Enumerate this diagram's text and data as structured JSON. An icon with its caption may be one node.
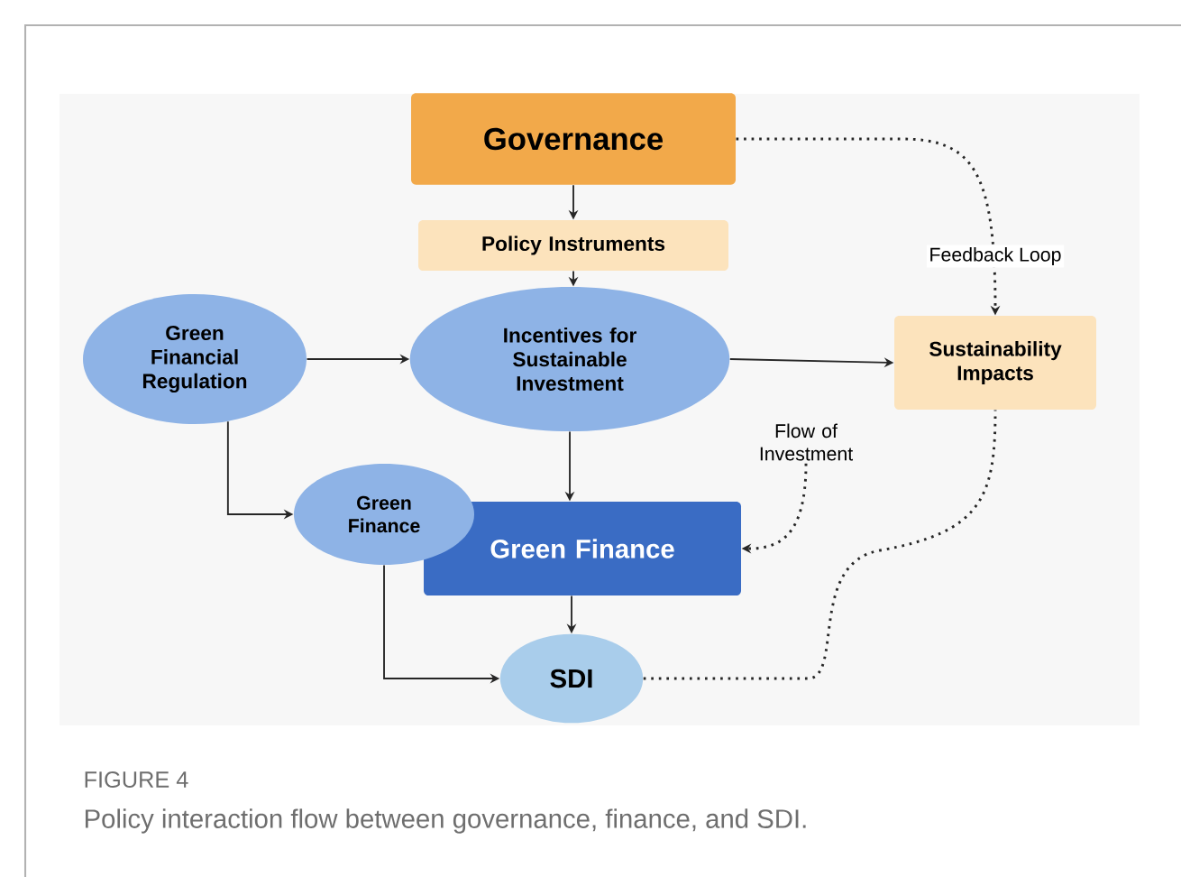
{
  "diagram": {
    "caption": "Policy interaction flow between governance, finance, and SDI.",
    "nodes": [
      {
        "text": [
          "Governance"
        ]
      },
      {
        "text": [
          "Policy Instruments"
        ]
      },
      {
        "text": [
          "Green Financial Regulation"
        ]
      },
      {
        "text": [
          "Incentives for Sustainable Investment"
        ]
      },
      {
        "text": [
          "Sustainability Impacts"
        ]
      },
      {
        "text": [
          "Green Finance"
        ]
      },
      {
        "text": [
          "Green Finance"
        ]
      },
      {
        "text": [
          "SDI"
        ]
      },
      {
        "text": [
          "Flow of Investment"
        ]
      }
    ],
    "edges": [
      {
        "from": 0,
        "to": 1,
        "arrow": "to"
      },
      {
        "from": 1,
        "to": 3,
        "arrow": "to"
      },
      {
        "from": 2,
        "to": 3,
        "arrow": "to"
      },
      {
        "from": 3,
        "to": 4,
        "arrow": "to"
      },
      {
        "from": 3,
        "to": 6,
        "arrow": "to"
      },
      {
        "from": 2,
        "to": 5,
        "arrow": "to"
      },
      {
        "from": 5,
        "to": 7,
        "arrow": "to"
      },
      {
        "from": 6,
        "to": 7,
        "arrow": "to"
      },
      {
        "from": 0,
        "to": 4,
        "arrow": "to",
        "style": "dashed",
        "label": "Feedback Loop"
      },
      {
        "from": 8,
        "to": 6,
        "arrow": "to",
        "style": "dashed"
      },
      {
        "from": 7,
        "to": 4,
        "arrow": "none",
        "style": "dashed"
      }
    ],
    "labels": [
      "FIGURE 4"
    ]
  }
}
